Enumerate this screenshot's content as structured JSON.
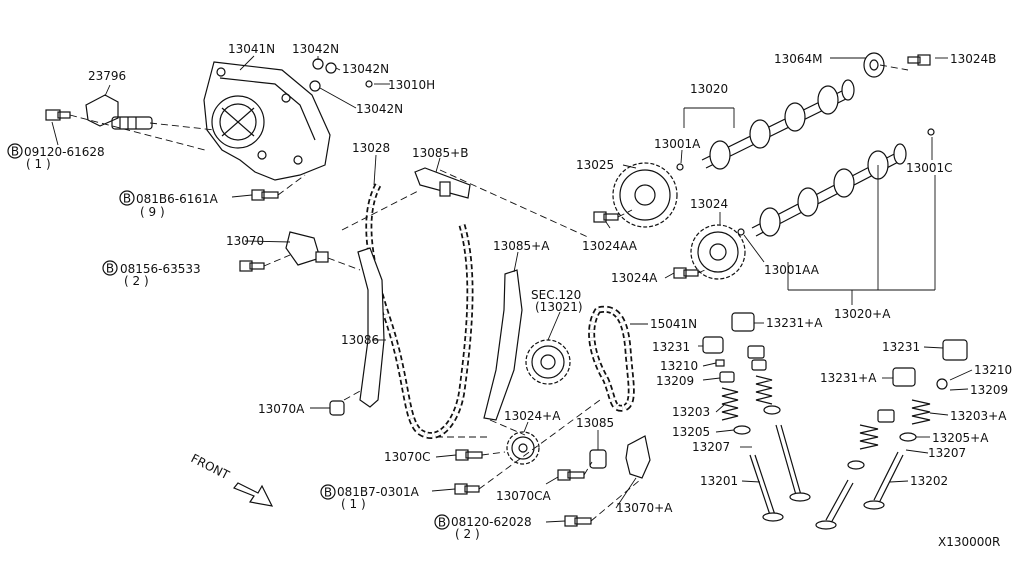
{
  "labels": {
    "p13041N": "13041N",
    "p13042N_a": "13042N",
    "p13042N_b": "13042N",
    "p13042N_c": "13042N",
    "p13010H": "13010H",
    "p23796": "23796",
    "bolt_09120": "09120-61628",
    "bolt_09120_qty": "( 1 )",
    "bolt_081B6": "081B6-6161A",
    "bolt_081B6_qty": "( 9 )",
    "p13028": "13028",
    "p13085B": "13085+B",
    "p13064M": "13064M",
    "p13024B": "13024B",
    "p13020": "13020",
    "p13001A": "13001A",
    "p13025": "13025",
    "p13001C": "13001C",
    "p13024": "13024",
    "p13024AA": "13024AA",
    "p13070": "13070",
    "bolt_08156": "08156-63533",
    "bolt_08156_qty": "( 2 )",
    "p13085A": "13085+A",
    "p13024A": "13024A",
    "p13001AA": "13001AA",
    "sec120": "SEC.120",
    "sec120_sub": "(13021)",
    "p15041N": "15041N",
    "p13231A_top": "13231+A",
    "p13020A": "13020+A",
    "p13086": "13086",
    "p13231_left": "13231",
    "p13210_left": "13210",
    "p13209_left": "13209",
    "p13231_right": "13231",
    "p13231A_right": "13231+A",
    "p13210_right": "13210",
    "p13209_right": "13209",
    "p13070A": "13070A",
    "p13203": "13203",
    "p13024A_low": "13024+A",
    "p13085": "13085",
    "p13203A": "13203+A",
    "p13205": "13205",
    "p13205A": "13205+A",
    "p13207_left": "13207",
    "p13207_right": "13207",
    "p13070C": "13070C",
    "front": "FRONT",
    "p13201": "13201",
    "p13202": "13202",
    "bolt_081B7": "081B7-0301A",
    "bolt_081B7_qty": "( 1 )",
    "p13070CA": "13070CA",
    "p13070A_plus": "13070+A",
    "bolt_08120": "08120-62028",
    "bolt_08120_qty": "( 2 )",
    "ref": "X130000R"
  },
  "bolt_marker": "B",
  "icons": [
    "front-arrow-icon",
    "bolt-marker-icon"
  ],
  "colors": {
    "ink": "#111111",
    "paper": "#ffffff"
  }
}
